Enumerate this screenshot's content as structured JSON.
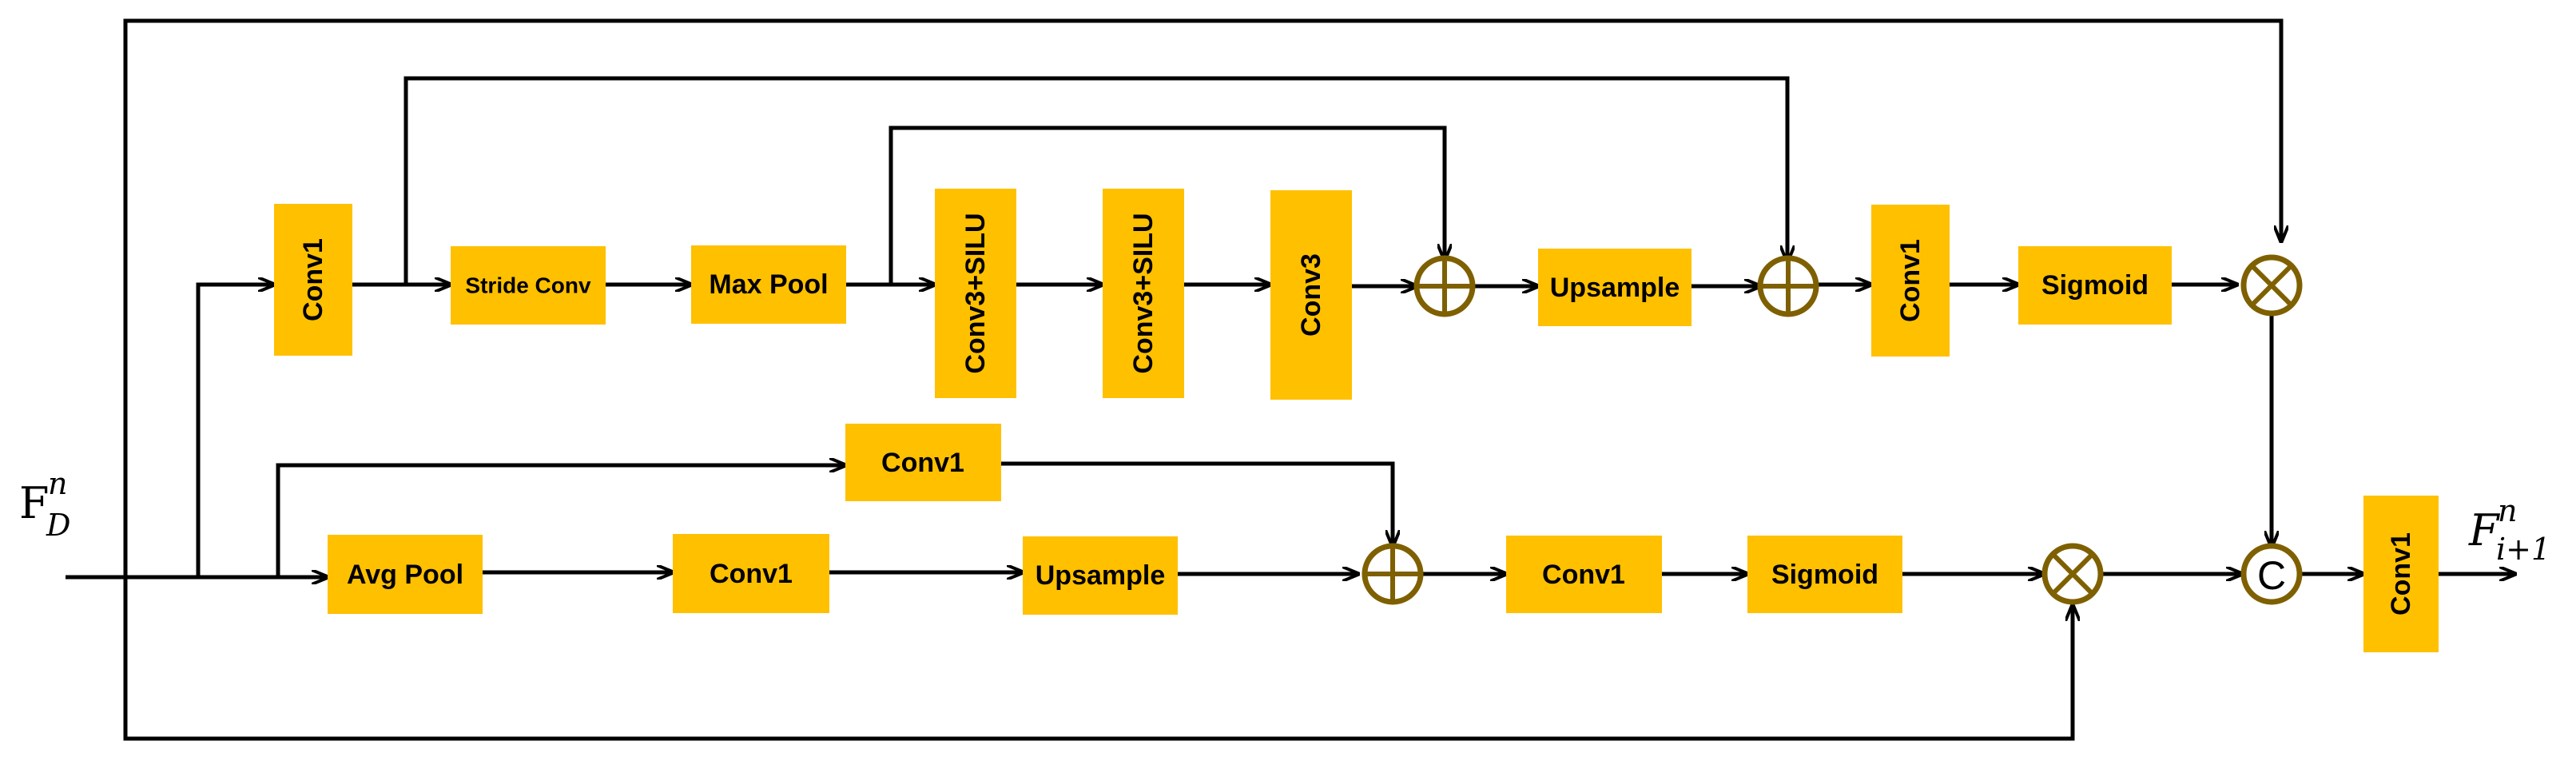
{
  "input_label": {
    "base": "F",
    "sup": "n",
    "sub": "D"
  },
  "output_label": {
    "base": "F",
    "sup": "n",
    "sub": "i+1"
  },
  "blocks": {
    "conv1_top": "Conv1",
    "stride_conv": "Stride Conv",
    "max_pool": "Max Pool",
    "conv3_silu_1": "Conv3+SILU",
    "conv3_silu_2": "Conv3+SILU",
    "conv3": "Conv3",
    "upsample_top": "Upsample",
    "conv1_top_right": "Conv1",
    "sigmoid_top": "Sigmoid",
    "conv1_branch": "Conv1",
    "avg_pool": "Avg Pool",
    "conv1_bottom": "Conv1",
    "upsample_bottom": "Upsample",
    "conv1_bottom_right": "Conv1",
    "sigmoid_bottom": "Sigmoid",
    "conv1_output": "Conv1"
  },
  "operators": {
    "concat_letter": "C"
  },
  "colors": {
    "block_fill": "#ffc000",
    "operator_ring": "#7f6000",
    "line": "#000000"
  }
}
